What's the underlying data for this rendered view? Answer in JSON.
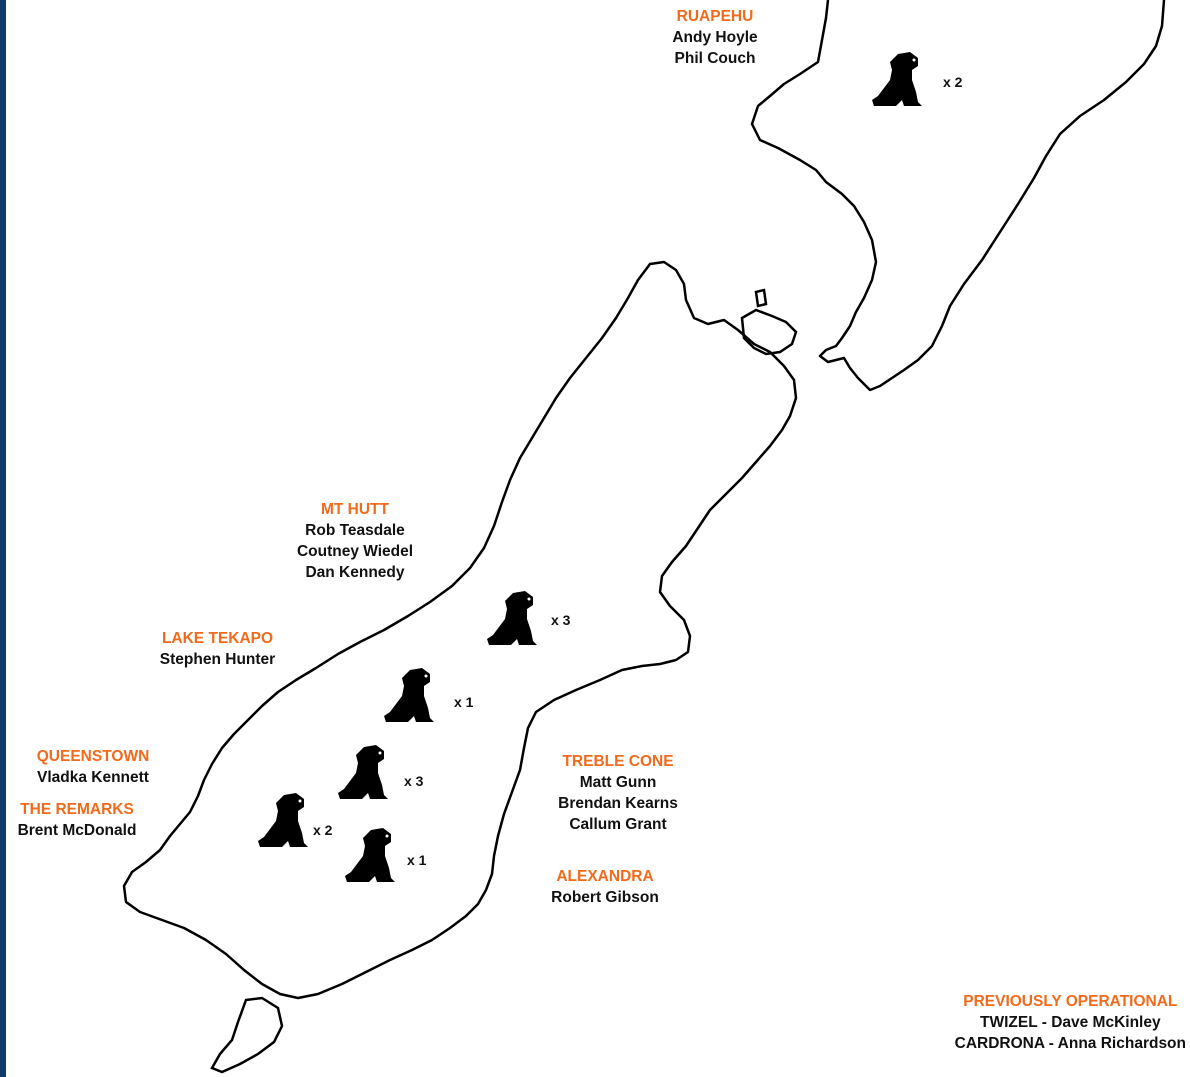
{
  "regions": {
    "ruapehu": {
      "name": "RUAPEHU",
      "people": [
        "Andy Hoyle",
        "Phil Couch"
      ]
    },
    "mt_hutt": {
      "name": "MT HUTT",
      "people": [
        "Rob Teasdale",
        "Coutney Wiedel",
        "Dan Kennedy"
      ]
    },
    "lake_tekapo": {
      "name": "LAKE TEKAPO",
      "people": [
        "Stephen Hunter"
      ]
    },
    "queenstown": {
      "name": "QUEENSTOWN",
      "people": [
        "Vladka Kennett"
      ]
    },
    "the_remarks": {
      "name": "THE REMARKS",
      "people": [
        "Brent McDonald"
      ]
    },
    "treble_cone": {
      "name": "TREBLE CONE",
      "people": [
        "Matt Gunn",
        "Brendan Kearns",
        "Callum Grant"
      ]
    },
    "alexandra": {
      "name": "ALEXANDRA",
      "people": [
        "Robert Gibson"
      ]
    }
  },
  "dog_counts": [
    "x 2",
    "x 3",
    "x 1",
    "x 3",
    "x 2",
    "x 1"
  ],
  "previously_operational": {
    "title": "PREVIOUSLY OPERATIONAL",
    "entries": [
      "TWIZEL - Dave McKinley",
      "CARDRONA - Anna Richardson"
    ]
  },
  "colors": {
    "place": "#f26a1b",
    "text": "#111111",
    "outline": "#000000",
    "side_bar": "#0f3c6b"
  },
  "icons": {
    "dog": "sitting-dog-icon"
  }
}
